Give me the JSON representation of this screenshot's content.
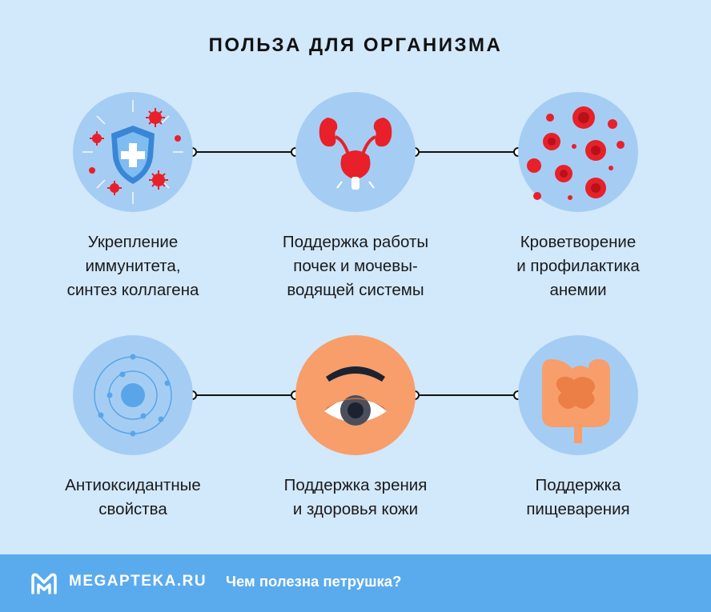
{
  "title": "ПОЛЬЗА ДЛЯ ОРГАНИЗМА",
  "benefits": [
    {
      "label": "Укрепление\nиммунитета,\nсинтез коллагена",
      "icon": "immunity-shield-icon"
    },
    {
      "label": "Поддержка работы\nпочек и мочевы-\nводящей системы",
      "icon": "kidneys-icon"
    },
    {
      "label": "Кроветворение\nи профилактика\nанемии",
      "icon": "blood-cells-icon"
    },
    {
      "label": "Антиоксидантные\nсвойства",
      "icon": "atom-icon"
    },
    {
      "label": "Поддержка зрения\nи здоровья кожи",
      "icon": "eye-icon"
    },
    {
      "label": "Поддержка\nпищеварения",
      "icon": "intestines-icon"
    }
  ],
  "footer": {
    "brand": "MEGAPTEKA.RU",
    "subtitle": "Чем полезна петрушка?"
  },
  "colors": {
    "background": "#d2e8fb",
    "circle": "#a5cdf3",
    "eye_circle": "#f79e6b",
    "footer": "#5aabee",
    "accent_red": "#e8202a"
  }
}
